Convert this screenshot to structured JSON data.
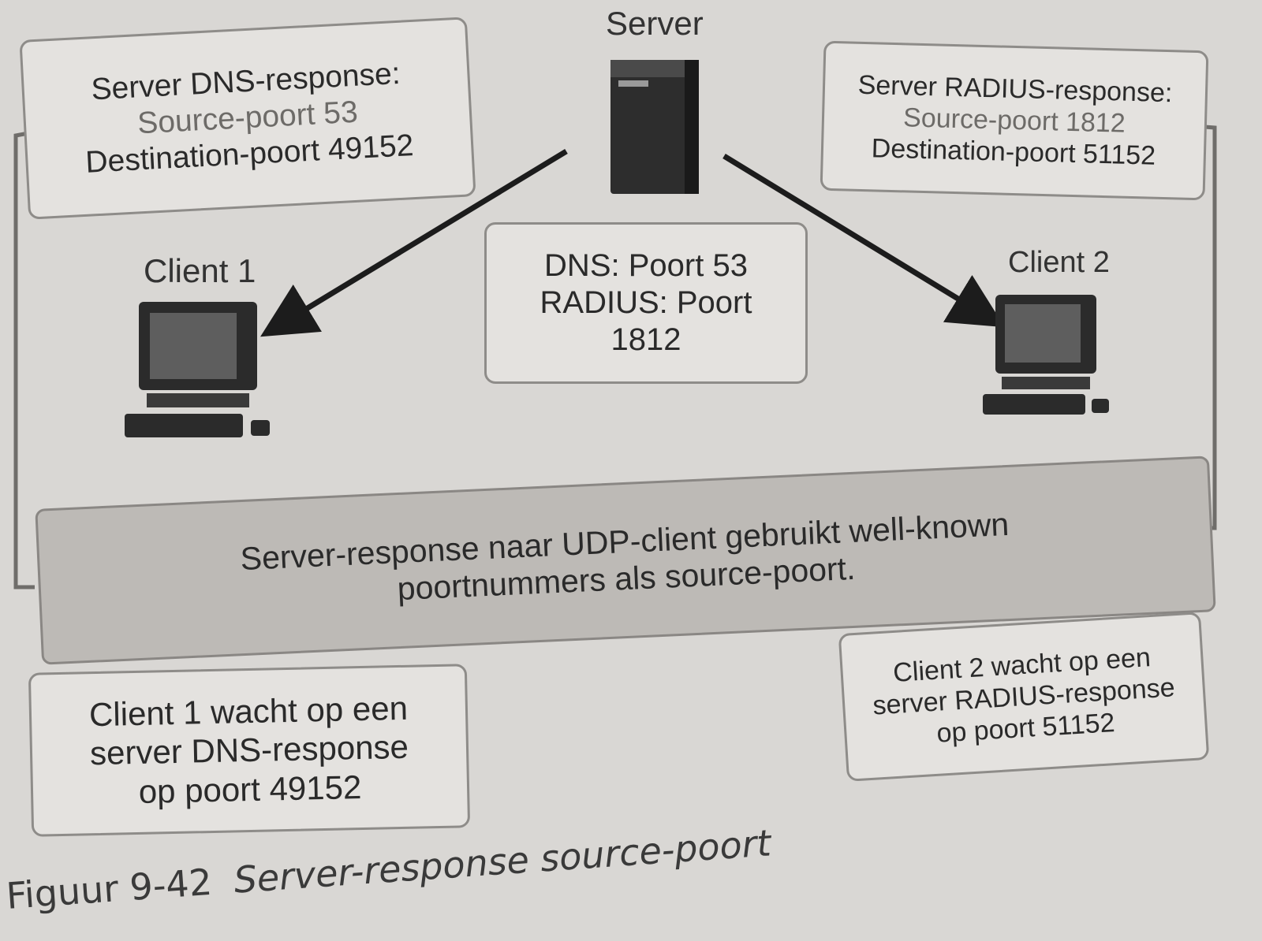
{
  "server": {
    "label": "Server"
  },
  "client1": {
    "label": "Client 1"
  },
  "client2": {
    "label": "Client 2"
  },
  "dns_response": {
    "title": "Server DNS-response:",
    "source": "Source-poort 53",
    "destination": "Destination-poort 49152"
  },
  "radius_response": {
    "title": "Server RADIUS-response:",
    "source": "Source-poort 1812",
    "destination": "Destination-poort 51152"
  },
  "ports_box": {
    "line1": "DNS: Poort 53",
    "line2": "RADIUS: Poort",
    "line3": "1812"
  },
  "banner": {
    "line1": "Server-response naar UDP-client gebruikt well-known",
    "line2": "poortnummers als source-poort."
  },
  "client1_wait": {
    "line1": "Client 1 wacht op een",
    "line2": "server DNS-response",
    "line3": "op poort 49152"
  },
  "client2_wait": {
    "line1": "Client 2 wacht op een",
    "line2": "server RADIUS-response",
    "line3": "op poort 51152"
  },
  "caption": {
    "figure": "Figuur 9-42",
    "title": "Server-response source-poort"
  }
}
